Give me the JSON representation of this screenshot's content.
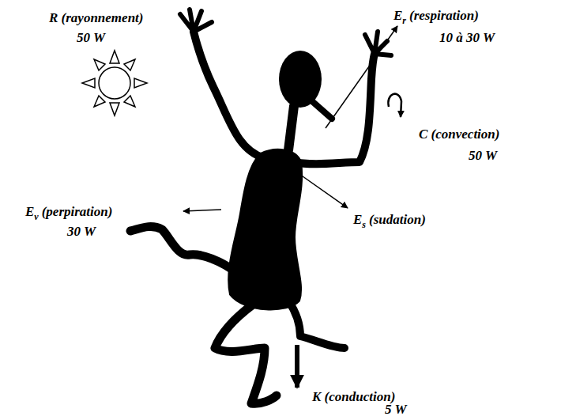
{
  "diagram": {
    "labels": [
      "R (rayonnement)",
      "50 W",
      "E",
      "r",
      "(respiration)",
      "10 à 30 W",
      "C (convection)",
      "50 W",
      "E",
      "v",
      "(perpiration)",
      "30 W",
      "E",
      "s",
      "(sudation)",
      "K (conduction)",
      "5 W"
    ]
  }
}
